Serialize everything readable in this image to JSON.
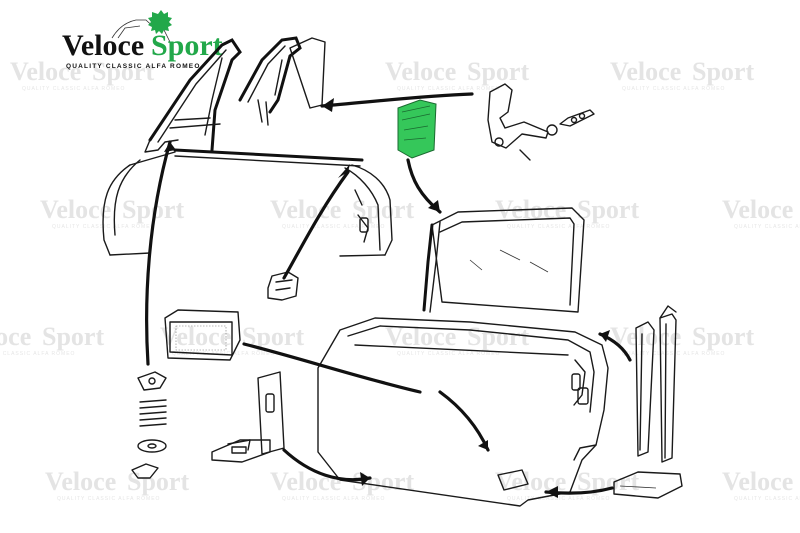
{
  "logo": {
    "word_left": "Veloce",
    "word_right": "Sport",
    "tagline": "QUALITY CLASSIC ALFA ROMEO",
    "accent": "#22a84a"
  },
  "watermark": {
    "word_left": "Veloce",
    "word_right": "Sport",
    "tagline": "QUALITY CLASSIC ALFA ROMEO",
    "color": "#e4e4e4"
  },
  "highlight": {
    "part": "window-regulator-bracket",
    "color": "#35c75a"
  }
}
